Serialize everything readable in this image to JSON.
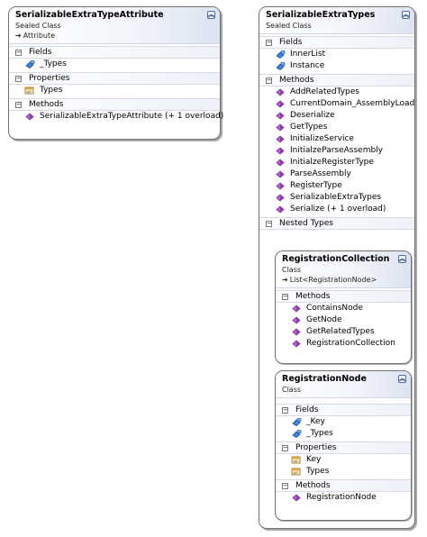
{
  "attr_class": {
    "title": "SerializableExtraTypeAttribute",
    "kind": "Sealed Class",
    "base": "Attribute",
    "sections": {
      "fields": {
        "label": "Fields",
        "items": [
          "_Types"
        ]
      },
      "properties": {
        "label": "Properties",
        "items": [
          "Types"
        ]
      },
      "methods": {
        "label": "Methods",
        "items": [
          "SerializableExtraTypeAttribute (+ 1 overload)"
        ]
      }
    }
  },
  "types_class": {
    "title": "SerializableExtraTypes",
    "kind": "Sealed Class",
    "sections": {
      "fields": {
        "label": "Fields",
        "items": [
          "InnerList",
          "Instance"
        ]
      },
      "methods": {
        "label": "Methods",
        "items": [
          "AddRelatedTypes",
          "CurrentDomain_AssemblyLoad",
          "Deserialize",
          "GetTypes",
          "InitializeService",
          "InitialzeParseAssembly",
          "InitialzeRegisterType",
          "ParseAssembly",
          "RegisterType",
          "SerializableExtraTypes",
          "Serialize (+ 1 overload)"
        ]
      },
      "nested": {
        "label": "Nested Types"
      }
    },
    "registration_collection": {
      "title": "RegistrationCollection",
      "kind": "Class",
      "base": "List<RegistrationNode>",
      "methods": {
        "label": "Methods",
        "items": [
          "ContainsNode",
          "GetNode",
          "GetRelatedTypes",
          "RegistrationCollection"
        ]
      }
    },
    "registration_node": {
      "title": "RegistrationNode",
      "kind": "Class",
      "fields": {
        "label": "Fields",
        "items": [
          "_Key",
          "_Types"
        ]
      },
      "properties": {
        "label": "Properties",
        "items": [
          "Key",
          "Types"
        ]
      },
      "methods": {
        "label": "Methods",
        "items": [
          "RegistrationNode"
        ]
      }
    }
  },
  "glyphs": {
    "collapse_up": "︽",
    "minus": "−",
    "inherit_arrow": "➔"
  },
  "colors": {
    "method_icon": "#a24fc0",
    "field_icon": "#2c6fc7",
    "property_icon": "#c98b1e"
  }
}
